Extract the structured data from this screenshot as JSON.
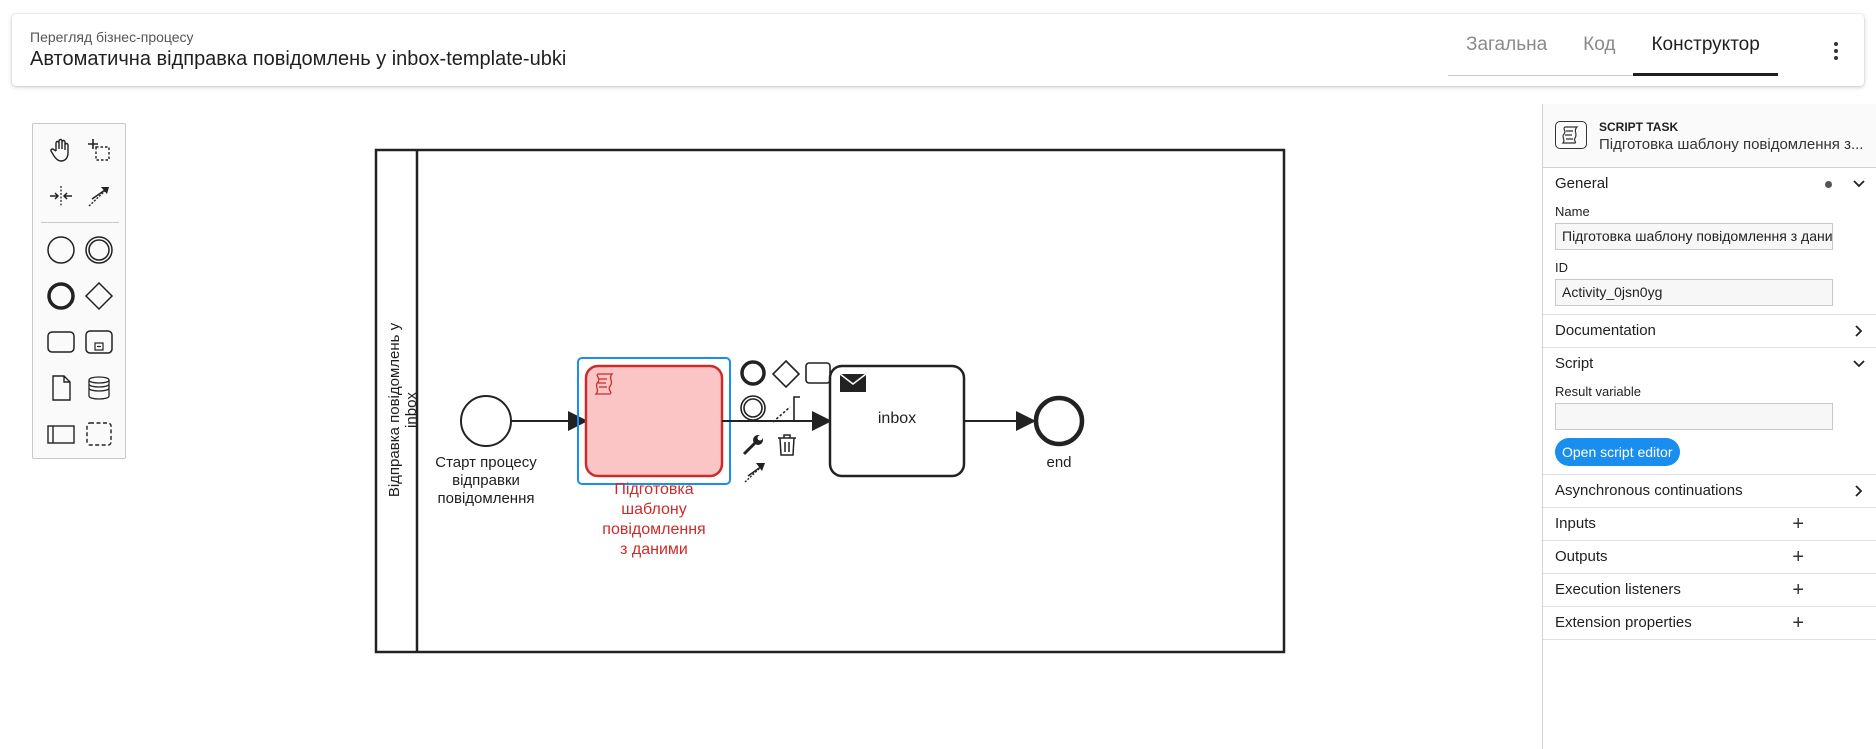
{
  "header": {
    "subtitle": "Перегляд бізнес-процесу",
    "title": "Автоматична відправка повідомлень у inbox-template-ubki",
    "tabs": [
      {
        "label": "Загальна"
      },
      {
        "label": "Код"
      },
      {
        "label": "Конструктор"
      }
    ]
  },
  "diagram": {
    "lane_label": "Відправка повідомлень у inbox",
    "start_label_lines": [
      "Старт процесу",
      "відправки",
      "повідомлення"
    ],
    "task_label_lines": [
      "Підготовка",
      "шаблону",
      "повідомлення",
      "з даними"
    ],
    "send_task_label": "inbox",
    "end_label": "end"
  },
  "props": {
    "type": "SCRIPT TASK",
    "name": "Підготовка шаблону повідомлення з...",
    "groups": {
      "general": {
        "title": "General",
        "name_label": "Name",
        "name_value": "Підготовка шаблону повідомлення  з даними",
        "id_label": "ID",
        "id_value": "Activity_0jsn0yg"
      },
      "documentation": {
        "title": "Documentation"
      },
      "script": {
        "title": "Script",
        "result_label": "Result variable",
        "result_value": "",
        "button": "Open script editor"
      },
      "async": {
        "title": "Asynchronous continuations"
      },
      "inputs": {
        "title": "Inputs"
      },
      "outputs": {
        "title": "Outputs"
      },
      "execution": {
        "title": "Execution listeners"
      },
      "extension": {
        "title": "Extension properties"
      }
    }
  },
  "colors": {
    "accent": "#1a8eef",
    "error_fill": "#fcc5c5",
    "error_stroke": "#cc2b2b",
    "selection": "#1a8eef"
  }
}
